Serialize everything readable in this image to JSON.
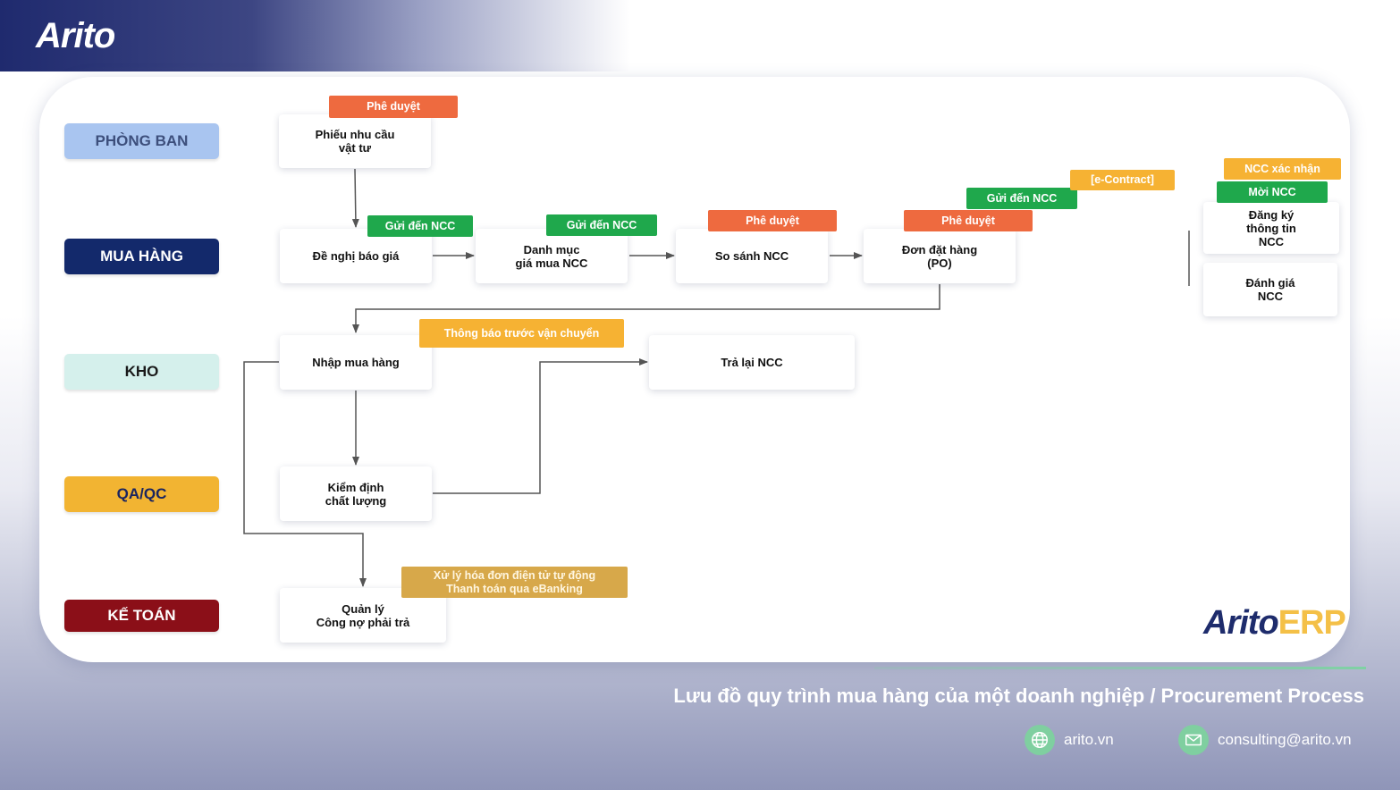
{
  "brand": {
    "logo_text": "Arito",
    "erp_logo_main": "Arito",
    "erp_logo_suffix": "ERP"
  },
  "lanes": [
    {
      "label": "PHÒNG BAN",
      "bg": "#a9c5f0",
      "color": "#3d4f7c"
    },
    {
      "label": "MUA HÀNG",
      "bg": "#13296b",
      "color": "#ffffff"
    },
    {
      "label": "KHO",
      "bg": "#d5f0ec",
      "color": "#1a1a1a"
    },
    {
      "label": "QA/QC",
      "bg": "#f2b432",
      "color": "#1a2560"
    },
    {
      "label": "KẾ TOÁN",
      "bg": "#8b0f18",
      "color": "#ffffff"
    }
  ],
  "boxes": {
    "phieu_nhu_cau": "Phiếu nhu cầu\nvật tư",
    "de_nghi_bao_gia": "Đề nghị báo giá",
    "danh_muc_gia": "Danh mục\ngiá mua NCC",
    "so_sanh_ncc": "So sánh NCC",
    "don_dat_hang": "Đơn đặt hàng\n(PO)",
    "dang_ky_ncc": "Đăng ký\nthông tin\nNCC",
    "danh_gia_ncc": "Đánh giá\nNCC",
    "nhap_mua_hang": "Nhập mua hàng",
    "tra_lai_ncc": "Trả lại NCC",
    "kiem_dinh": "Kiểm định\nchất lượng",
    "quan_ly_cong_no": "Quản lý\nCông nợ phải trả"
  },
  "tags": {
    "phe_duyet_1": "Phê duyệt",
    "gui_ncc_1": "Gửi đến NCC",
    "gui_ncc_2": "Gửi đến NCC",
    "phe_duyet_2": "Phê duyệt",
    "phe_duyet_3": "Phê duyệt",
    "gui_ncc_3": "Gửi đến NCC",
    "e_contract": "[e-Contract]",
    "ncc_xac_nhan": "NCC xác nhận",
    "moi_ncc": "Mời NCC",
    "thong_bao": "Thông báo trước vận chuyển",
    "xu_ly_hoa_don": "Xử lý hóa đơn điện tử tự động\nThanh toán qua eBanking"
  },
  "colors": {
    "approve": "#ee6a3f",
    "send": "#1fa84c",
    "notice": "#f6b233",
    "invoice": "#d7a84a",
    "accent": "#7fcfa0"
  },
  "footer": {
    "caption": "Lưu đồ quy trình mua hàng của một doanh nghiệp / Procurement Process",
    "website": "arito.vn",
    "email": "consulting@arito.vn",
    "website_icon": "globe-icon",
    "email_icon": "mail-icon"
  }
}
